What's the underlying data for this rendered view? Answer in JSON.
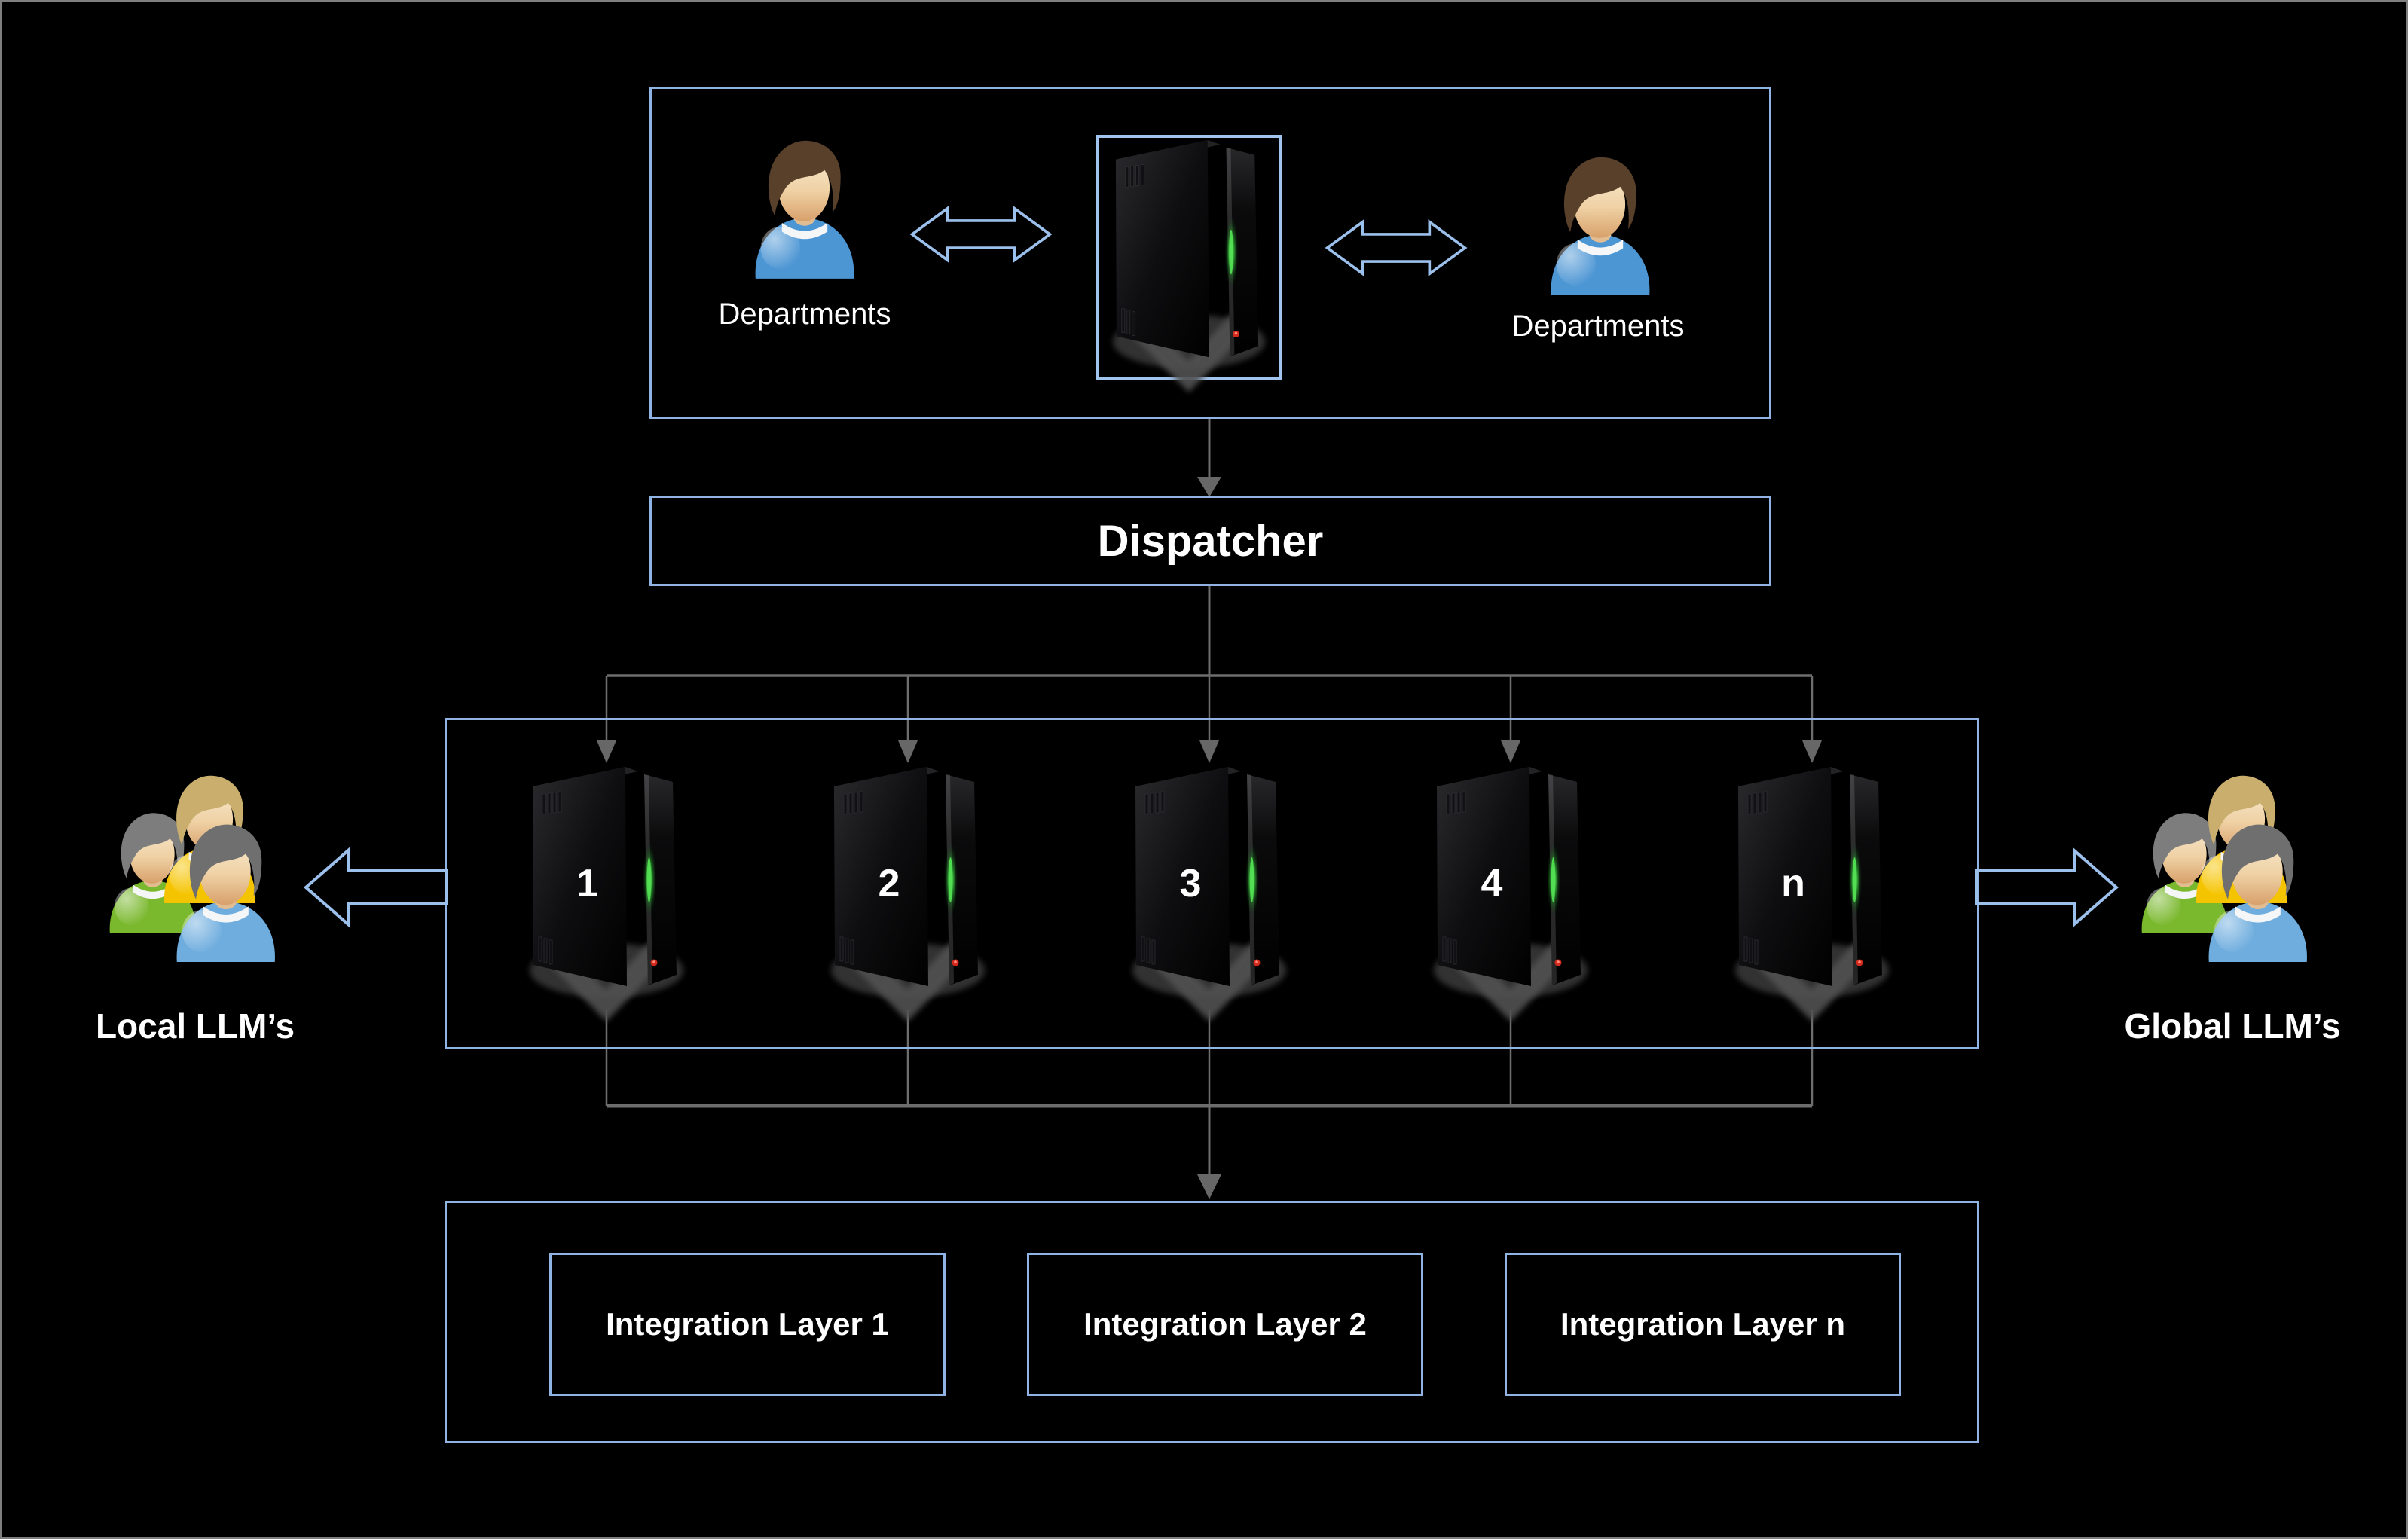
{
  "top_section": {
    "departments_left": "Departments",
    "departments_right": "Departments"
  },
  "dispatcher": {
    "label": "Dispatcher"
  },
  "server_row": {
    "labels": [
      "1",
      "2",
      "3",
      "4",
      "n"
    ]
  },
  "endpoints": {
    "local": "Local LLM’s",
    "global": "Global LLM’s"
  },
  "integration": {
    "labels": [
      "Integration Layer 1",
      "Integration Layer 2",
      "Integration Layer n"
    ]
  },
  "colors": {
    "background": "#000000",
    "accent_blue_border": "#8FB3E2",
    "arrow_outline_blue": "#9CC0EC",
    "connector_gray": "#6D6D6D",
    "outer_frame_gray": "#7F7F7F",
    "text": "#FFFFFF",
    "server_led_green": "#52DE52",
    "server_led_red": "#D42A1E"
  }
}
